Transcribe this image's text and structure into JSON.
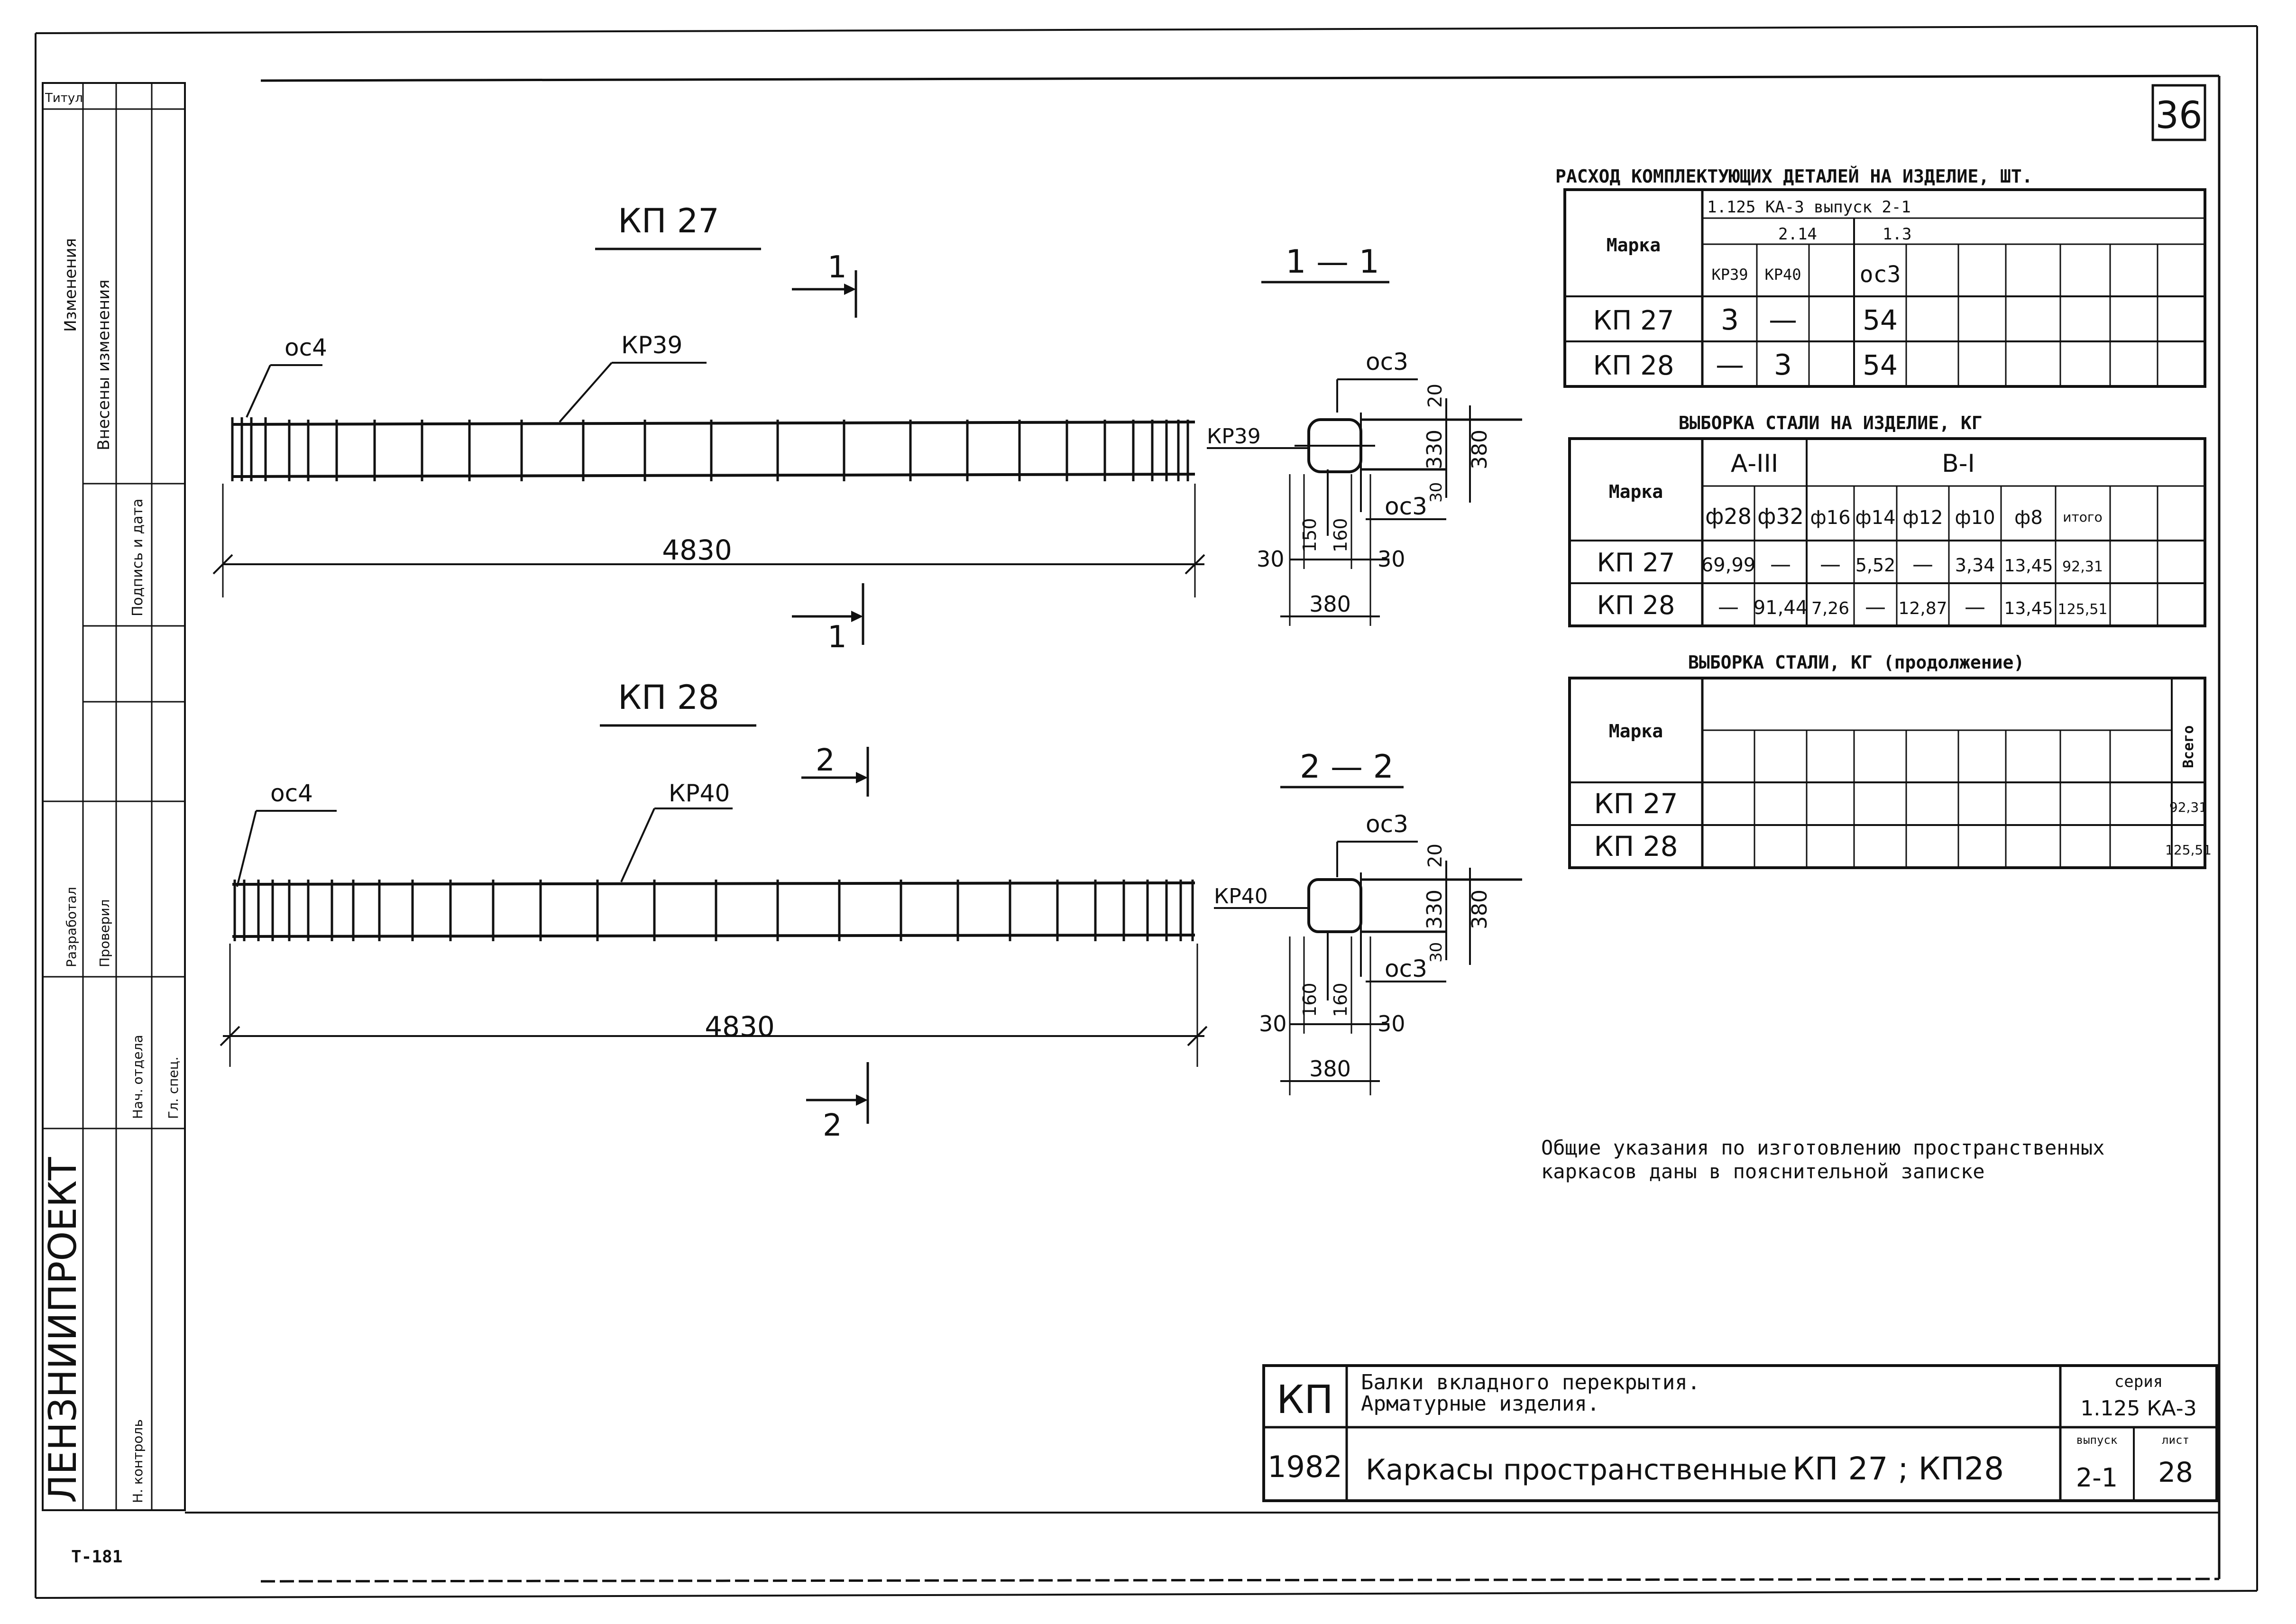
{
  "sheet_number": "36",
  "stamp_bottom_left": "T-181",
  "organization": "ЛЕНЗНИИПРОЕКТ",
  "frame_labels": {
    "top_left": "Титул",
    "vertical_1": "Изменения",
    "vertical_2": "Внесены изменения",
    "vertical_3": "Подпись и дата",
    "signatures": [
      "Разработал",
      "Проверил",
      "Нач. отдела",
      "Гл. спец.",
      "Н. контроль"
    ]
  },
  "beam_kp27": {
    "title": "КП 27",
    "section_mark": "1",
    "end_label": "ос4",
    "cage_label": "КР39",
    "length": "4830"
  },
  "beam_kp28": {
    "title": "КП 28",
    "section_mark": "2",
    "end_label": "ос4",
    "cage_label": "КР40",
    "length": "4830"
  },
  "section_1": {
    "title": "1 — 1",
    "top_bar": "ос3",
    "side_cage": "КР39",
    "bottom_bar": "ос3",
    "dim_top": "20",
    "dim_h1": "330",
    "dim_h2": "380",
    "dim_small": "30",
    "dim_w1": "150",
    "dim_w2": "160",
    "dim_left": "30",
    "dim_right": "30",
    "dim_total": "380"
  },
  "section_2": {
    "title": "2 — 2",
    "top_bar": "ос3",
    "side_cage": "КР40",
    "bottom_bar": "ос3",
    "dim_top": "20",
    "dim_h1": "330",
    "dim_h2": "380",
    "dim_small": "30",
    "dim_w1": "160",
    "dim_w2": "160",
    "dim_left": "30",
    "dim_right": "30",
    "dim_total": "380"
  },
  "table_parts": {
    "title": "РАСХОД КОМПЛЕКТУЮЩИХ ДЕТАЛЕЙ НА ИЗДЕЛИЕ, ШТ.",
    "series": "1.125 КА-3 выпуск 2-1",
    "group_a": "2.14",
    "group_b": "1.3",
    "col_mark": "Марка",
    "cols": [
      "КР39",
      "КР40",
      "ос3"
    ],
    "rows": [
      {
        "mark": "КП 27",
        "kr39": "3",
        "kr40": "—",
        "os3": "54"
      },
      {
        "mark": "КП 28",
        "kr39": "—",
        "kr40": "3",
        "os3": "54"
      }
    ]
  },
  "table_steel": {
    "title": "ВЫБОРКА СТАЛИ НА ИЗДЕЛИЕ, КГ",
    "col_mark": "Марка",
    "group_a": "А-III",
    "group_b": "В-I",
    "cols": [
      "ф28",
      "ф32",
      "ф16",
      "ф14",
      "ф12",
      "ф10",
      "ф8",
      "итого"
    ],
    "rows": [
      {
        "mark": "КП 27",
        "v": [
          "69,99",
          "—",
          "—",
          "5,52",
          "—",
          "3,34",
          "13,45",
          "92,31"
        ]
      },
      {
        "mark": "КП 28",
        "v": [
          "—",
          "91,44",
          "7,26",
          "—",
          "12,87",
          "—",
          "13,45",
          "125,51"
        ]
      }
    ]
  },
  "table_steel_cont": {
    "title": "ВЫБОРКА СТАЛИ, КГ (продолжение)",
    "col_mark": "Марка",
    "col_total": "Всего",
    "rows": [
      {
        "mark": "КП 27",
        "total": "92,31"
      },
      {
        "mark": "КП 28",
        "total": "125,51"
      }
    ]
  },
  "note_line1": "Общие указания по изготовлению пространственных",
  "note_line2": "каркасов даны в пояснительной записке",
  "title_block": {
    "code": "КП",
    "year": "1982",
    "line1": "Балки вкладного перекрытия.",
    "line2": "Арматурные изделия.",
    "drawing_title": "Каркасы пространственные",
    "marks": "КП 27 ; КП28",
    "series_label": "серия",
    "series": "1.125 КА-3",
    "issue_label": "выпуск",
    "issue": "2-1",
    "sheet_label": "лист",
    "sheet": "28"
  }
}
